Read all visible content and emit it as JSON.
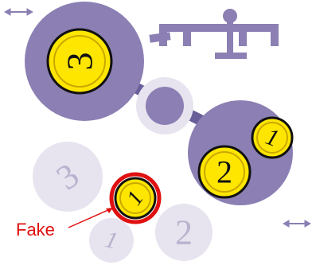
{
  "colors": {
    "purple": "#8b7fb3",
    "purple_light": "#cfc9e2",
    "purple_link": "#6a5e9a",
    "ghost": "#e7e3ef",
    "coin_fill": "#ffe600",
    "coin_edge": "#c9a800",
    "highlight": "#e01010"
  },
  "icons": {
    "top_left": "double-arrow-icon",
    "top_right": "balance-scale-icon",
    "bottom_right": "double-arrow-icon"
  },
  "left_pan": {
    "coin_label": "3"
  },
  "right_pan": {
    "coin_labels": [
      "2",
      "1"
    ]
  },
  "remaining_coins": {
    "ghost_labels": [
      "3",
      "1",
      "2"
    ],
    "fake_coin_label": "1"
  },
  "annotation": {
    "fake_label": "Fake"
  }
}
